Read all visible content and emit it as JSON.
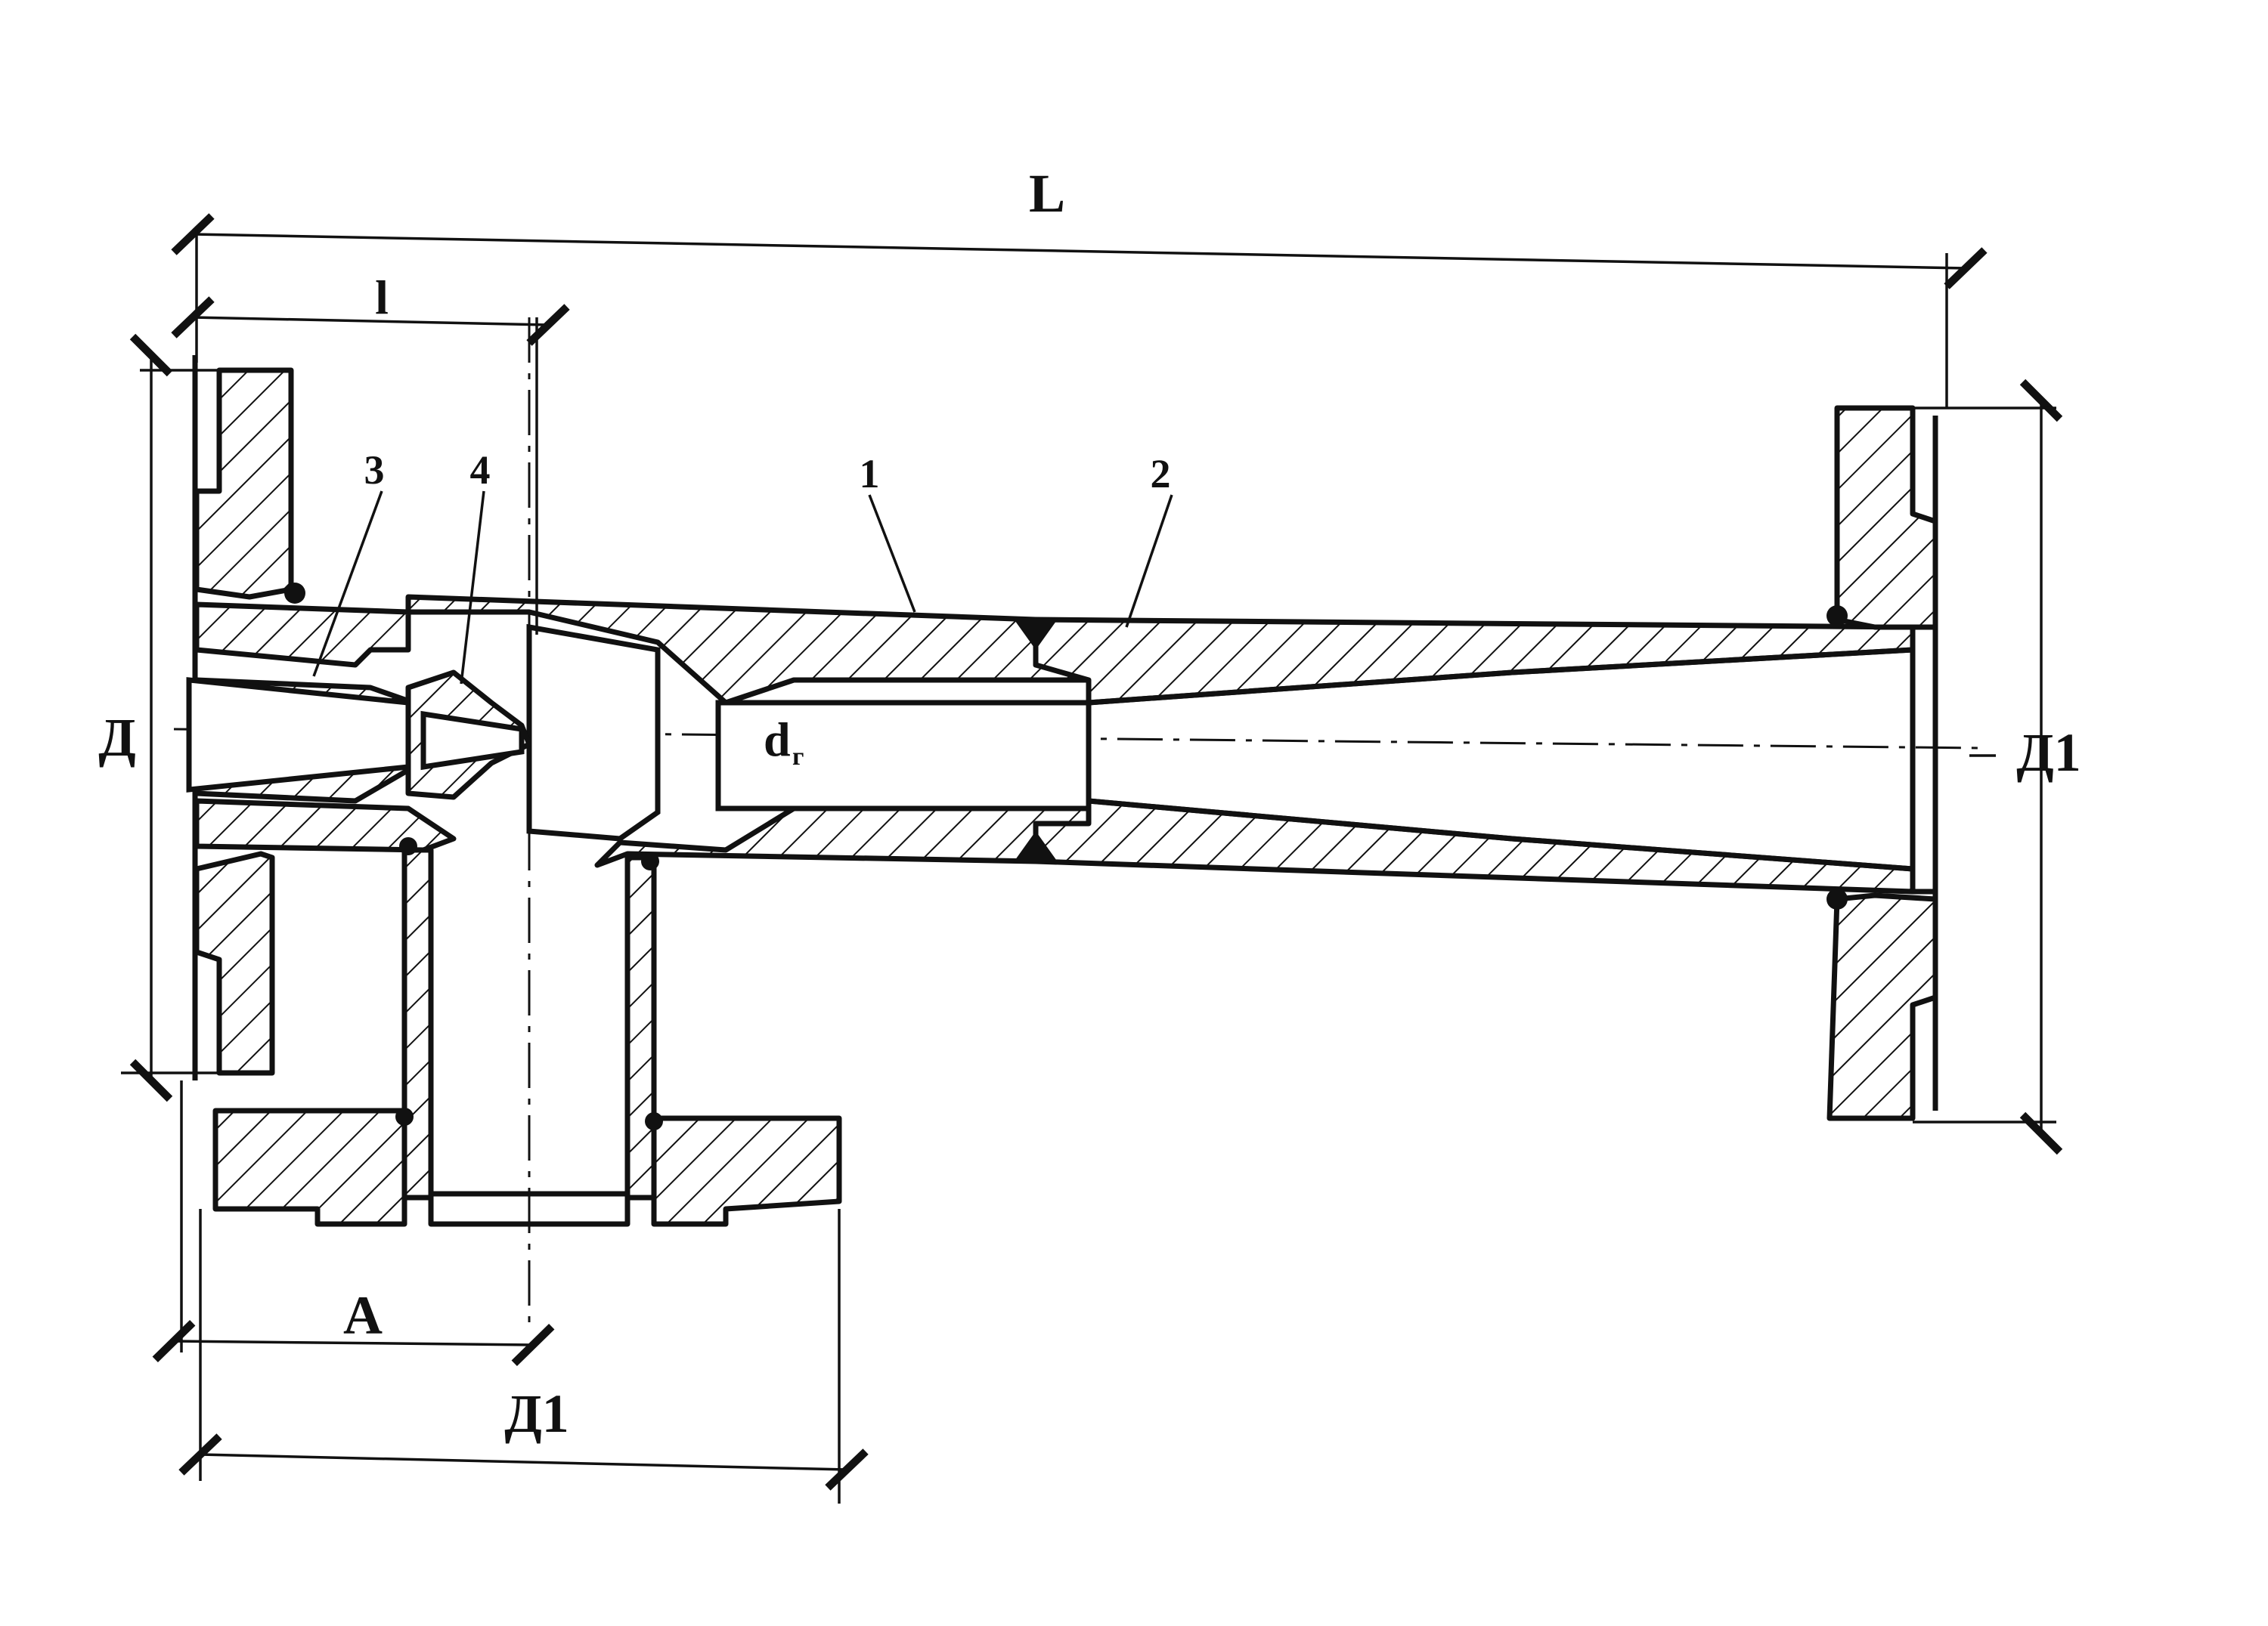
{
  "labels": {
    "L": "L",
    "l": "l",
    "D": "Д",
    "D1_right": "Д1",
    "D1_bottom": "Д1",
    "A": "A",
    "d_main": "d",
    "d_sub": "г",
    "part1": "1",
    "part2": "2",
    "part3": "3",
    "part4": "4"
  }
}
